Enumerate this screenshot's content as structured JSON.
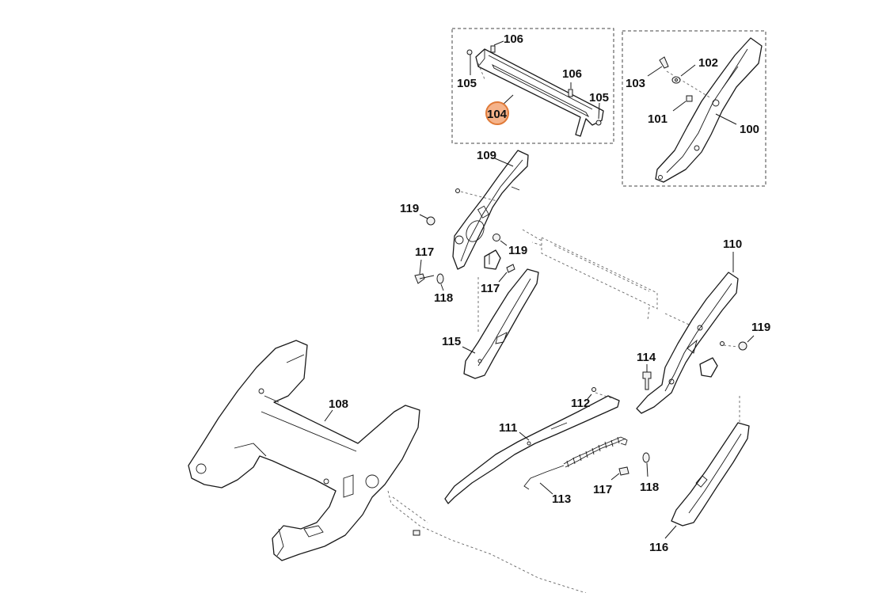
{
  "highlight_color": "#f5b38a",
  "highlighted_part": "104",
  "labels": {
    "p100": "100",
    "p101": "101",
    "p102": "102",
    "p103": "103",
    "p104": "104",
    "p105a": "105",
    "p105b": "105",
    "p106a": "106",
    "p106b": "106",
    "p108": "108",
    "p109": "109",
    "p110": "110",
    "p111": "111",
    "p112": "112",
    "p113": "113",
    "p114": "114",
    "p115": "115",
    "p116": "116",
    "p117a": "117",
    "p117b": "117",
    "p117c": "117",
    "p118a": "118",
    "p118b": "118",
    "p119a": "119",
    "p119b": "119",
    "p119c": "119"
  }
}
